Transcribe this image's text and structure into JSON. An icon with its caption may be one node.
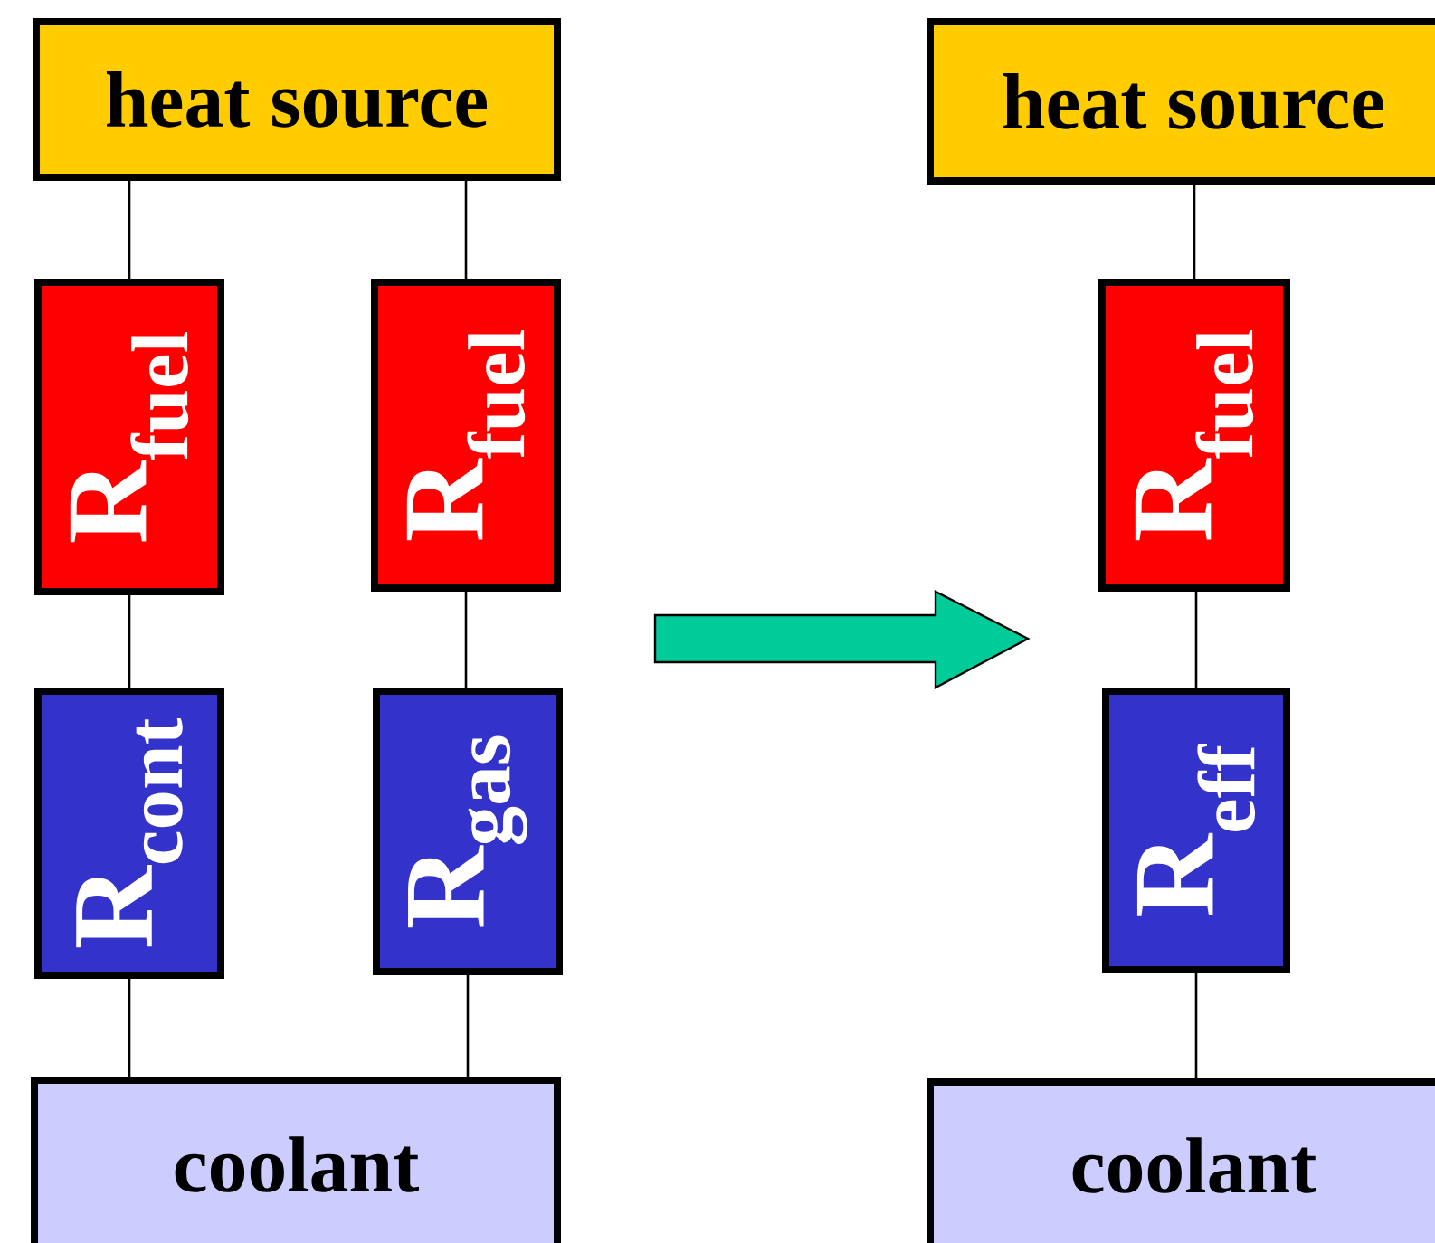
{
  "diagram": {
    "nodes": [
      {
        "text": [
          "heat source"
        ]
      },
      {
        "text": [
          "R$_{fuel}$"
        ]
      },
      {
        "text": [
          "R$_{fuel}$"
        ]
      },
      {
        "text": [
          "R$_{cont}$"
        ]
      },
      {
        "text": [
          "R$_{gas}$"
        ]
      },
      {
        "text": [
          "coolant"
        ]
      },
      {
        "text": [
          "heat source"
        ]
      },
      {
        "text": [
          "R$_{fuel}$"
        ]
      },
      {
        "text": [
          "R$_{eff}$"
        ]
      },
      {
        "text": [
          "coolant"
        ]
      }
    ],
    "edges": [
      {
        "from": 0,
        "to": 1,
        "arrow": "none"
      },
      {
        "from": 0,
        "to": 2,
        "arrow": "none"
      },
      {
        "from": 1,
        "to": 3,
        "arrow": "none"
      },
      {
        "from": 2,
        "to": 4,
        "arrow": "none"
      },
      {
        "from": 3,
        "to": 5,
        "arrow": "none"
      },
      {
        "from": 4,
        "to": 5,
        "arrow": "none"
      },
      {
        "from": 6,
        "to": 7,
        "arrow": "none"
      },
      {
        "from": 7,
        "to": 8,
        "arrow": "none"
      },
      {
        "from": 8,
        "to": 9,
        "arrow": "none"
      }
    ]
  }
}
